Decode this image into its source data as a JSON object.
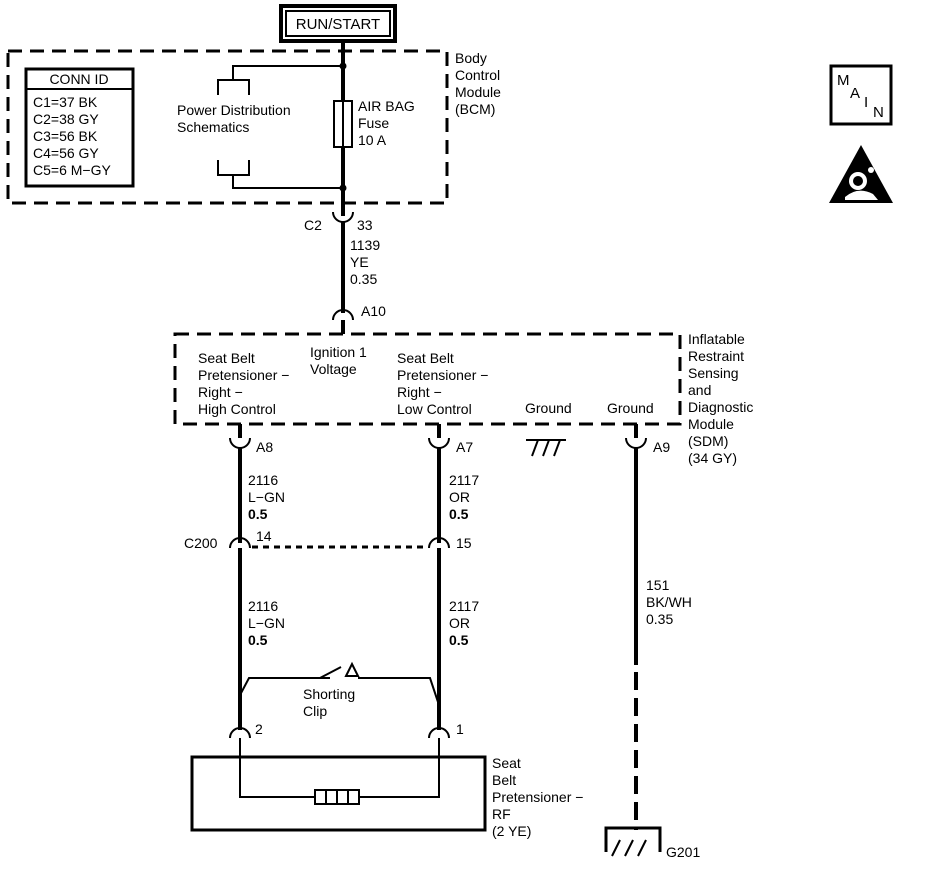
{
  "power": {
    "label": "RUN/START"
  },
  "bcm": {
    "name": [
      "Body",
      "Control",
      "Module",
      "(BCM)"
    ],
    "conn_id": {
      "title": "CONN ID",
      "rows": [
        "C1=37 BK",
        "C2=38 GY",
        "C3=56 BK",
        "C4=56 GY",
        "C5=6 M−GY"
      ]
    },
    "power_dist": [
      "Power Distribution",
      "Schematics"
    ],
    "fuse": [
      "AIR BAG",
      "Fuse",
      "10 A"
    ]
  },
  "c2": {
    "connector": "C2",
    "pin": "33"
  },
  "wire_1139": {
    "circuit": "1139",
    "color": "YE",
    "size": "0.35"
  },
  "sdm": {
    "pin_a10": "A10",
    "name": [
      "Inflatable",
      "Restraint",
      "Sensing",
      "and",
      "Diagnostic",
      "Module",
      "(SDM)",
      "(34 GY)"
    ],
    "ignition": [
      "Ignition 1",
      "Voltage"
    ],
    "high_control": [
      "Seat Belt",
      "Pretensioner −",
      "Right −",
      "High Control"
    ],
    "low_control": [
      "Seat Belt",
      "Pretensioner −",
      "Right −",
      "Low Control"
    ],
    "ground1": "Ground",
    "ground2": "Ground",
    "pin_a8": "A8",
    "pin_a7": "A7",
    "pin_a9": "A9"
  },
  "wire_2116_a": {
    "circuit": "2116",
    "color": "L−GN",
    "size": "0.5"
  },
  "wire_2117_a": {
    "circuit": "2117",
    "color": "OR",
    "size": "0.5"
  },
  "c200": {
    "connector": "C200",
    "pin_left": "14",
    "pin_right": "15"
  },
  "wire_2116_b": {
    "circuit": "2116",
    "color": "L−GN",
    "size": "0.5"
  },
  "wire_2117_b": {
    "circuit": "2117",
    "color": "OR",
    "size": "0.5"
  },
  "wire_151": {
    "circuit": "151",
    "color": "BK/WH",
    "size": "0.35"
  },
  "shorting_clip": [
    "Shorting",
    "Clip"
  ],
  "pretensioner": {
    "pin_2": "2",
    "pin_1": "1",
    "name": [
      "Seat",
      "Belt",
      "Pretensioner −",
      "RF",
      "(2 YE)"
    ]
  },
  "ground_g201": "G201",
  "main_badge": [
    "M",
    "A",
    "I",
    "N"
  ]
}
